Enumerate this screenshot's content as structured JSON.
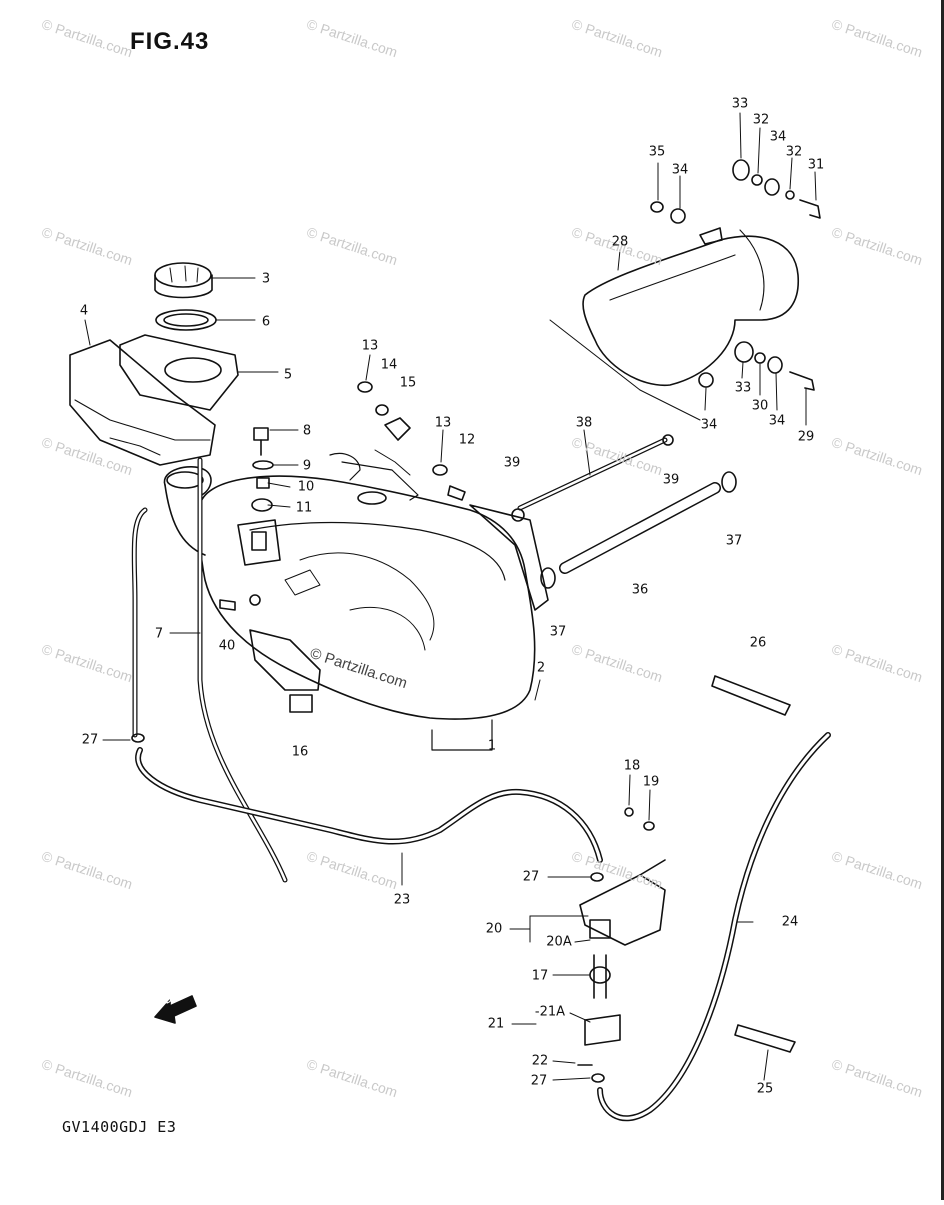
{
  "figure": {
    "title": "FIG.43",
    "model": "GV1400GDJ E3",
    "forward_label": "FWD"
  },
  "watermarks": {
    "text": "© Partzilla.com",
    "center_text": "© Partzilla.com"
  },
  "callouts": [
    {
      "id": "c1",
      "label": "1"
    },
    {
      "id": "c2",
      "label": "2"
    },
    {
      "id": "c3",
      "label": "3"
    },
    {
      "id": "c4",
      "label": "4"
    },
    {
      "id": "c5",
      "label": "5"
    },
    {
      "id": "c6",
      "label": "6"
    },
    {
      "id": "c7",
      "label": "7"
    },
    {
      "id": "c8",
      "label": "8"
    },
    {
      "id": "c9",
      "label": "9"
    },
    {
      "id": "c10",
      "label": "10"
    },
    {
      "id": "c11",
      "label": "11"
    },
    {
      "id": "c12",
      "label": "12"
    },
    {
      "id": "c13a",
      "label": "13"
    },
    {
      "id": "c13b",
      "label": "13"
    },
    {
      "id": "c14",
      "label": "14"
    },
    {
      "id": "c15",
      "label": "15"
    },
    {
      "id": "c16",
      "label": "16"
    },
    {
      "id": "c17",
      "label": "17"
    },
    {
      "id": "c18",
      "label": "18"
    },
    {
      "id": "c19",
      "label": "19"
    },
    {
      "id": "c20",
      "label": "20"
    },
    {
      "id": "c20a",
      "label": "20A"
    },
    {
      "id": "c21",
      "label": "21"
    },
    {
      "id": "c21a",
      "label": "-21A"
    },
    {
      "id": "c22",
      "label": "22"
    },
    {
      "id": "c23",
      "label": "23"
    },
    {
      "id": "c24",
      "label": "24"
    },
    {
      "id": "c25",
      "label": "25"
    },
    {
      "id": "c26",
      "label": "26"
    },
    {
      "id": "c27a",
      "label": "27"
    },
    {
      "id": "c27b",
      "label": "27"
    },
    {
      "id": "c27c",
      "label": "27"
    },
    {
      "id": "c28",
      "label": "28"
    },
    {
      "id": "c29",
      "label": "29"
    },
    {
      "id": "c30",
      "label": "30"
    },
    {
      "id": "c31",
      "label": "31"
    },
    {
      "id": "c32a",
      "label": "32"
    },
    {
      "id": "c32b",
      "label": "32"
    },
    {
      "id": "c33a",
      "label": "33"
    },
    {
      "id": "c33b",
      "label": "33"
    },
    {
      "id": "c34a",
      "label": "34"
    },
    {
      "id": "c34b",
      "label": "34"
    },
    {
      "id": "c34c",
      "label": "34"
    },
    {
      "id": "c34d",
      "label": "34"
    },
    {
      "id": "c35",
      "label": "35"
    },
    {
      "id": "c36",
      "label": "36"
    },
    {
      "id": "c37a",
      "label": "37"
    },
    {
      "id": "c37b",
      "label": "37"
    },
    {
      "id": "c38",
      "label": "38"
    },
    {
      "id": "c39a",
      "label": "39"
    },
    {
      "id": "c39b",
      "label": "39"
    },
    {
      "id": "c40",
      "label": "40"
    }
  ]
}
